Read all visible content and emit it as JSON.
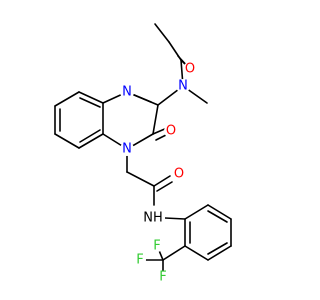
{
  "figure_type": "molecular structure",
  "colors": {
    "oxygen": "#ff0000",
    "nitrogen": "#0000ff",
    "fluorine": "#33cc33",
    "carbon_bond": "#000000",
    "background": "#ffffff"
  },
  "atom_labels": {
    "o_amide1": "O",
    "n_methyl": "N",
    "n_ring_top": "N",
    "o_ring": "O",
    "n_ring_bottom": "N",
    "o_amide2": "O",
    "nh": "NH",
    "f1": "F",
    "f2": "F",
    "f3": "F"
  }
}
